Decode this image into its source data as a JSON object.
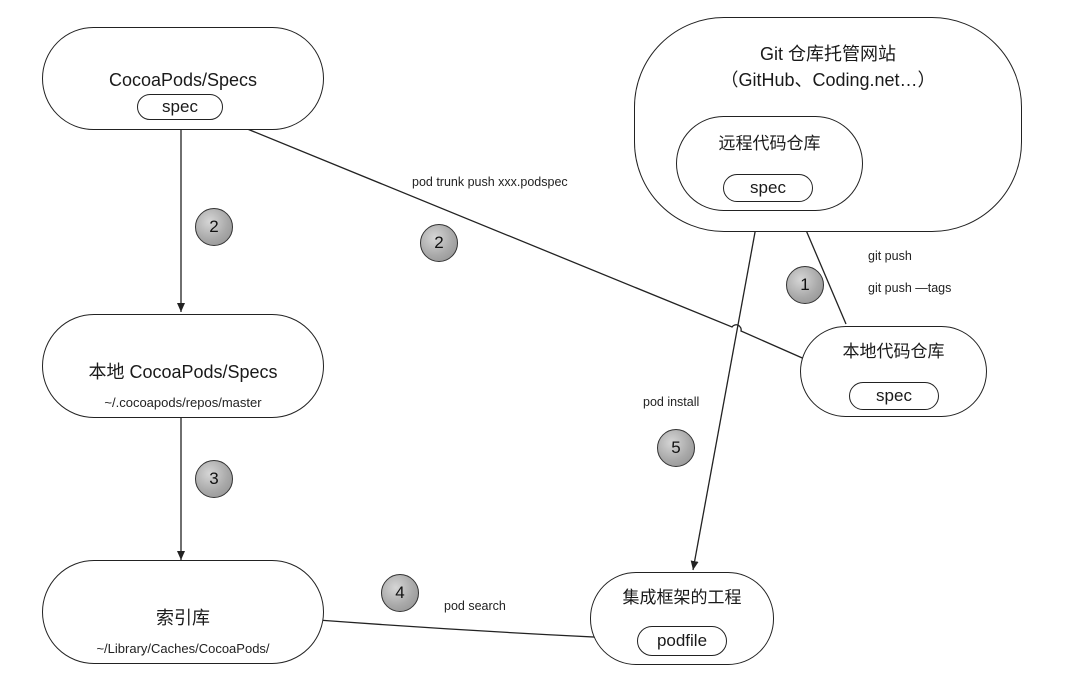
{
  "nodes": {
    "specs_repo": {
      "title": "CocoaPods/Specs",
      "pill": "spec"
    },
    "git_host": {
      "title": "Git 仓库托管网站",
      "subtitle": "（GitHub、Coding.net…）"
    },
    "remote_repo": {
      "title": "远程代码仓库",
      "pill": "spec"
    },
    "local_specs": {
      "title": "本地 CocoaPods/Specs",
      "path": "~/.cocoapods/repos/master"
    },
    "local_repo": {
      "title": "本地代码仓库",
      "pill": "spec"
    },
    "index": {
      "title": "索引库",
      "path": "~/Library/Caches/CocoaPods/"
    },
    "project": {
      "title": "集成框架的工程",
      "pill": "podfile"
    }
  },
  "labels": {
    "trunk_push": "pod trunk push xxx.podspec",
    "git_push": "git push",
    "git_push_tags": "git push —tags",
    "pod_install": "pod install",
    "pod_search": "pod search"
  },
  "badges": {
    "b2_left": "2",
    "b2_mid": "2",
    "b1": "1",
    "b3": "3",
    "b4": "4",
    "b5": "5"
  },
  "colors": {
    "stroke": "#222222",
    "badge": "#a9a9a9"
  }
}
